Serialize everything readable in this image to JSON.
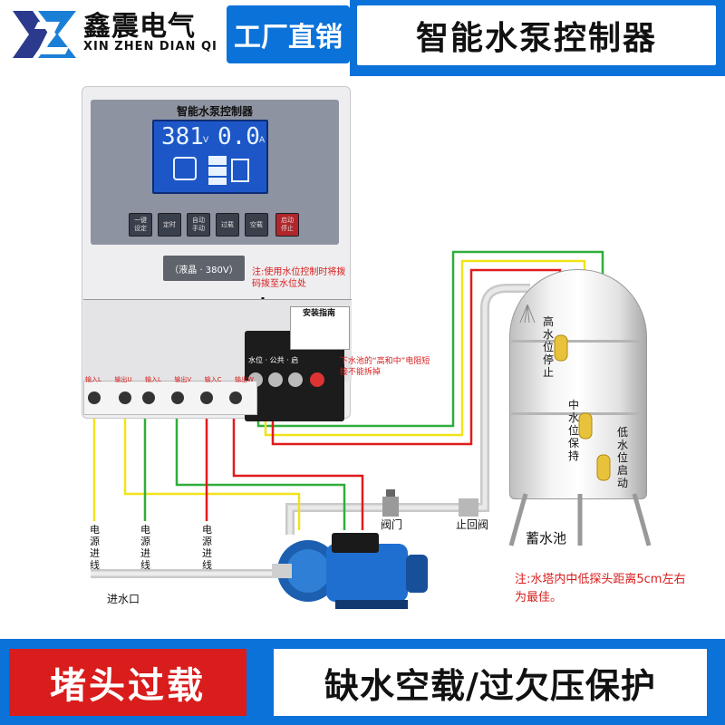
{
  "header": {
    "brand_cn": "鑫震电气",
    "brand_en": "XIN ZHEN DIAN QI",
    "badge": "工厂直销",
    "title": "智能水泵控制器"
  },
  "controller": {
    "panel_title": "智能水泵控制器",
    "lcd_voltage": "381",
    "lcd_voltage_unit": "V",
    "lcd_current": "0.0",
    "lcd_current_unit": "A",
    "keys": [
      {
        "top": "一键",
        "bottom": "设定"
      },
      {
        "top": "",
        "bottom": "定时"
      },
      {
        "top": "自动",
        "bottom": "手动"
      },
      {
        "top": "",
        "bottom": "过载"
      },
      {
        "top": "",
        "bottom": "空载"
      },
      {
        "top": "启动",
        "bottom": "停止"
      }
    ],
    "display_window": "（液晶 · 380V）",
    "note": "注:使用水位控制时将拨码拨至水位处",
    "guide_title": "安装指南",
    "terminal_labels": "水位 · 公共 · 启",
    "connector_note": "下水池的“高和中”电阻短接不能拆掉",
    "strip_labels": [
      "输入L",
      "输出U",
      "输入L",
      "输出V",
      "输入C",
      "输出W"
    ]
  },
  "diagram": {
    "wire_labels": [
      "电源进线",
      "电源进线",
      "电源进线"
    ],
    "inlet": "进水口",
    "valve": "阀门",
    "check_valve": "止回阀",
    "tank_high": "高水位停止",
    "tank_mid": "中水位保持",
    "tank_low": "低水位启动",
    "tank_name": "蓄水池",
    "tank_note": "注:水塔内中低探头距离5cm左右为最佳。"
  },
  "footer": {
    "left": "堵头过载",
    "right": "缺水空载/过欠压保护"
  },
  "colors": {
    "brand_blue": "#0b72d9",
    "accent_red": "#d91c1c",
    "wire_yellow": "#f2e21a",
    "wire_green": "#2fae3c",
    "wire_red": "#e01b1b"
  }
}
